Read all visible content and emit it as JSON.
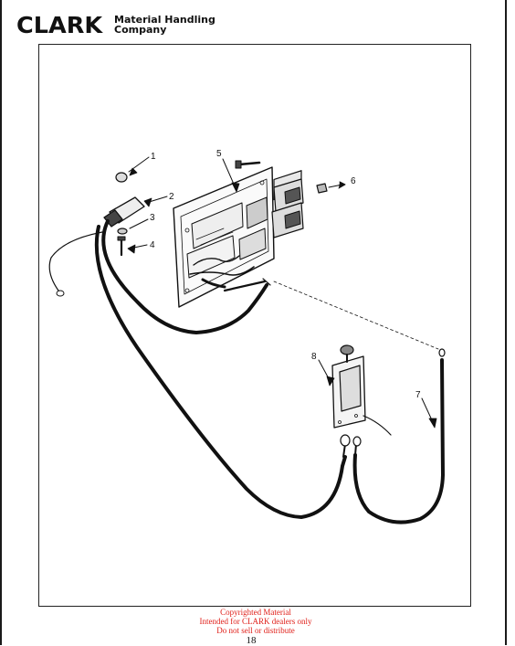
{
  "header": {
    "logo_text": "CLARK",
    "company_line1": "Material Handling",
    "company_line2": "Company"
  },
  "callouts": [
    "1",
    "2",
    "3",
    "4",
    "5",
    "6",
    "7",
    "8"
  ],
  "notice": {
    "line1": "Copyrighted Material",
    "line2": "Intended for CLARK dealers only",
    "line3": "Do not sell or distribute"
  },
  "page_number": "18",
  "colors": {
    "ink": "#111111",
    "notice": "#e0201a",
    "paper": "#ffffff"
  }
}
